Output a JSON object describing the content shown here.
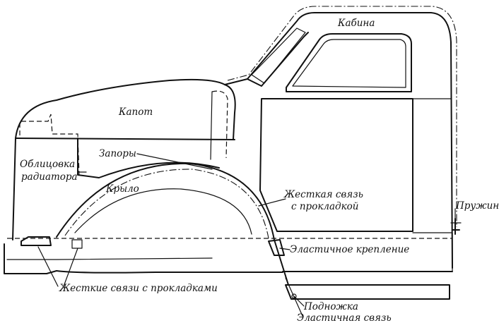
{
  "labels": {
    "cabin": "Кабина",
    "hood": "Капот",
    "radiator_line1": "Облицовка",
    "radiator_line2": "радиатора",
    "locks": "Запоры",
    "fender": "Крыло",
    "rigid_link_line1": "Жесткая связь",
    "rigid_link_line2": "с прокладкой",
    "spring": "Пружина",
    "elastic_mount": "Эластичное крепление",
    "rigid_links_with_pads": "Жесткие связи с прокладками",
    "step": "Подножка",
    "elastic_link": "Эластичная связь"
  }
}
